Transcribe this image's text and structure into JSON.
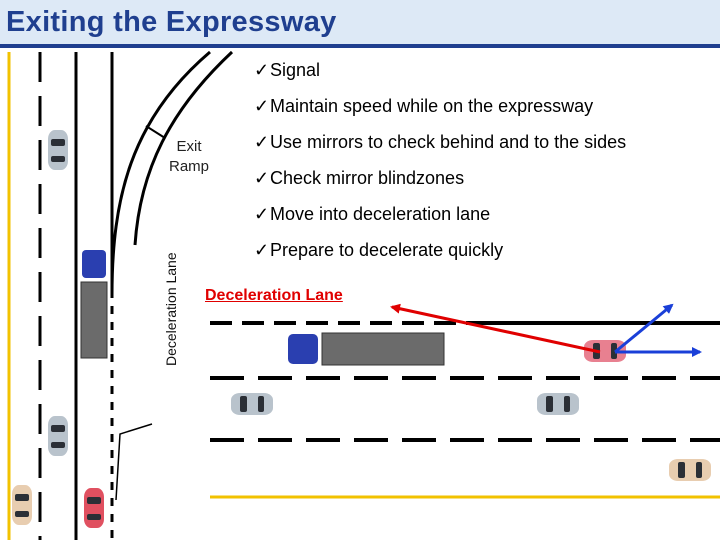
{
  "title": "Exiting the Expressway",
  "bullets": [
    "Signal",
    "Maintain speed while on the expressway",
    "Use mirrors to check behind and to the sides",
    "Check mirror blindzones",
    "Move into deceleration lane",
    "Prepare to decelerate quickly"
  ],
  "check_glyph": "✓",
  "labels": {
    "exit_ramp_line1": "Exit",
    "exit_ramp_line2": "Ramp",
    "decel_lane_vertical": "Deceleration Lane",
    "decel_lane": "Deceleration Lane"
  },
  "colors": {
    "title": "#1f3f8f",
    "title_band": "#dde9f6",
    "edge_line": "#f2c200",
    "road_line": "#000000",
    "decel_label": "#e00000",
    "arrow_red": "#e00000",
    "arrow_blue": "#1a3fd8",
    "truck_cab": "#2a3fb0",
    "trailer": "#6b6b6b",
    "car_silver": "#b9c3cc",
    "car_red": "#e05060",
    "car_tan": "#e8cdb0"
  },
  "icons": [
    "check-icon",
    "truck-icon",
    "car-icon",
    "red-arrow-icon",
    "blue-arrow-icon"
  ]
}
